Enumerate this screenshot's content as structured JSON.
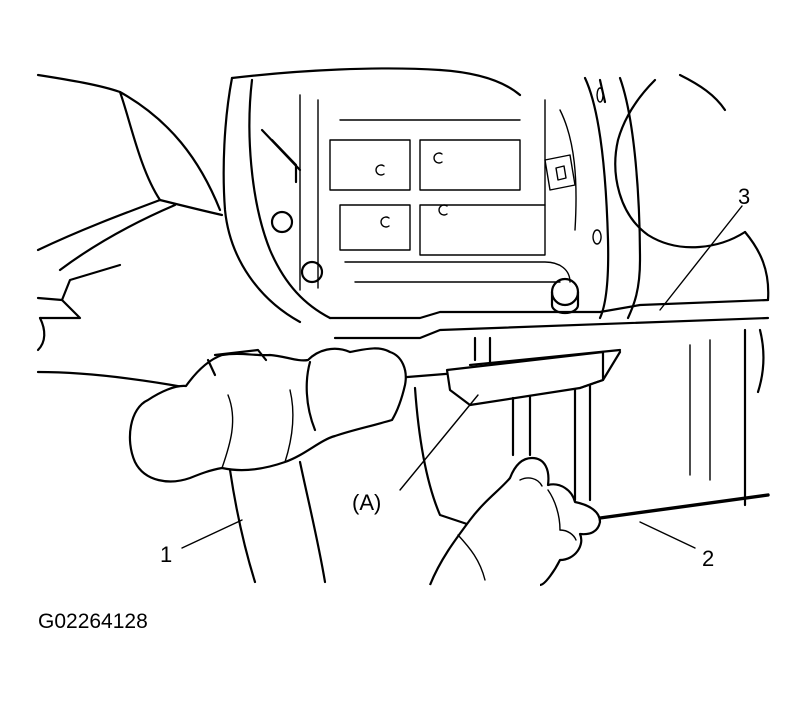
{
  "callouts": {
    "hammer": "1",
    "pan": "2",
    "case": "3",
    "tool": "(A)"
  },
  "figure_id": "G02264128"
}
